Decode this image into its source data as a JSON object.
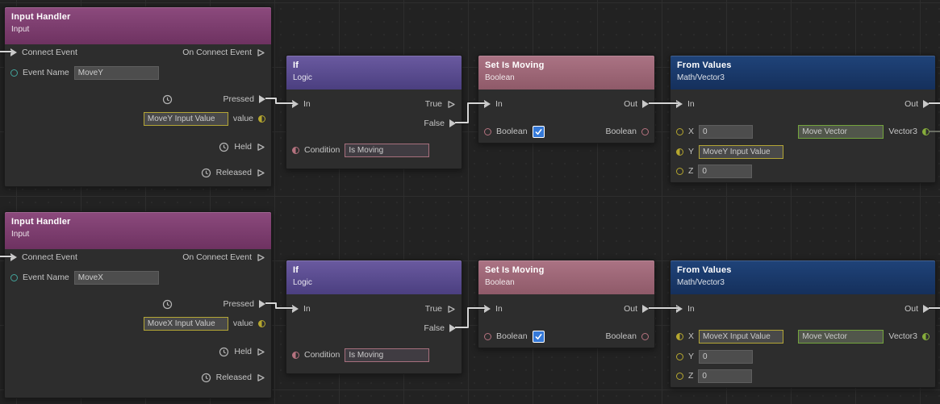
{
  "canvas": {
    "background": "#222222",
    "grid_line_color": "#2e2e2e",
    "wire_color": "#d6d6d6"
  },
  "port_colors": {
    "exec": "#c9c9c9",
    "string": "#43a49c",
    "number": "#b6a72f",
    "boolean": "#b5727f",
    "vector3": "#86ad3b",
    "checkbox": "#3579d8"
  },
  "nodes": {
    "ih_y": {
      "title": "Input Handler",
      "subtitle": "Input",
      "accent": "#7e3a6f",
      "ports": {
        "connect_event": "Connect Event",
        "on_connect_event": "On Connect Event",
        "event_name": "Event Name",
        "pressed": "Pressed",
        "value": "value",
        "held": "Held",
        "released": "Released"
      },
      "fields": {
        "event_name": "MoveY",
        "value": "MoveY Input Value"
      }
    },
    "ih_x": {
      "title": "Input Handler",
      "subtitle": "Input",
      "accent": "#7e3a6f",
      "ports": {
        "connect_event": "Connect Event",
        "on_connect_event": "On Connect Event",
        "event_name": "Event Name",
        "pressed": "Pressed",
        "value": "value",
        "held": "Held",
        "released": "Released"
      },
      "fields": {
        "event_name": "MoveX",
        "value": "MoveX Input Value"
      }
    },
    "if_y": {
      "title": "If",
      "subtitle": "Logic",
      "accent": "#594890",
      "ports": {
        "in": "In",
        "true": "True",
        "false": "False",
        "condition": "Condition"
      },
      "fields": {
        "condition": "Is Moving"
      }
    },
    "if_x": {
      "title": "If",
      "subtitle": "Logic",
      "accent": "#594890",
      "ports": {
        "in": "In",
        "true": "True",
        "false": "False",
        "condition": "Condition"
      },
      "fields": {
        "condition": "Is Moving"
      }
    },
    "sim_y": {
      "title": "Set Is Moving",
      "subtitle": "Boolean",
      "accent": "#9f6878",
      "ports": {
        "in": "In",
        "out": "Out",
        "boolean_in": "Boolean",
        "boolean_out": "Boolean"
      },
      "fields": {
        "boolean_checked": true
      }
    },
    "sim_x": {
      "title": "Set Is Moving",
      "subtitle": "Boolean",
      "accent": "#9f6878",
      "ports": {
        "in": "In",
        "out": "Out",
        "boolean_in": "Boolean",
        "boolean_out": "Boolean"
      },
      "fields": {
        "boolean_checked": true
      }
    },
    "fv_y": {
      "title": "From Values",
      "subtitle": "Math/Vector3",
      "accent": "#1c3d70",
      "ports": {
        "in": "In",
        "out": "Out",
        "x": "X",
        "y": "Y",
        "z": "Z",
        "vector3": "Vector3"
      },
      "fields": {
        "x": "0",
        "y": "MoveY Input Value",
        "z": "0",
        "vector_name": "Move Vector"
      }
    },
    "fv_x": {
      "title": "From Values",
      "subtitle": "Math/Vector3",
      "accent": "#1c3d70",
      "ports": {
        "in": "In",
        "out": "Out",
        "x": "X",
        "y": "Y",
        "z": "Z",
        "vector3": "Vector3"
      },
      "fields": {
        "x": "MoveX Input Value",
        "y": "0",
        "z": "0",
        "vector_name": "Move Vector"
      }
    }
  }
}
